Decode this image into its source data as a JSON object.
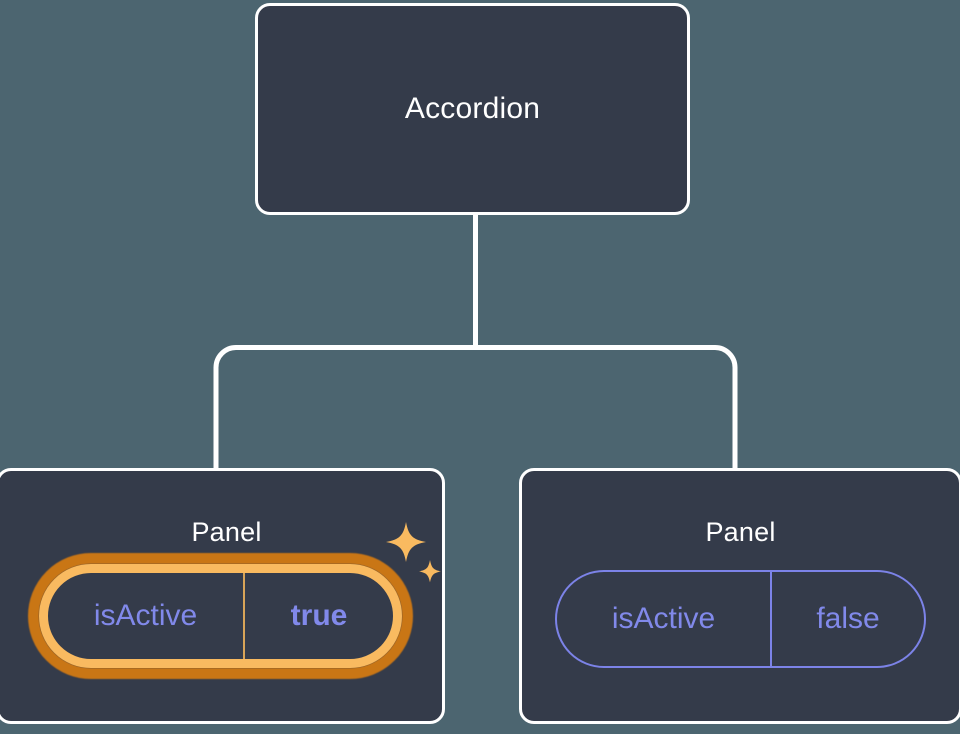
{
  "canvas": {
    "background_color": "#4c6570",
    "node_fill_color": "#343b4a",
    "node_border_color": "#ffffff",
    "connector_color": "#ffffff",
    "accent_highlight_color": "#f9ba60",
    "accent_highlight_glow_color": "#c97615",
    "prop_text_color": "#8189ea",
    "prop_border_color": "#7c83e8"
  },
  "tree": {
    "root": {
      "title": "Accordion"
    },
    "children": [
      {
        "title": "Panel",
        "highlighted": true,
        "prop": {
          "name": "isActive",
          "value": "true"
        },
        "sparkle_icons": [
          "sparkle-large-icon",
          "sparkle-small-icon"
        ]
      },
      {
        "title": "Panel",
        "highlighted": false,
        "prop": {
          "name": "isActive",
          "value": "false"
        }
      }
    ]
  }
}
